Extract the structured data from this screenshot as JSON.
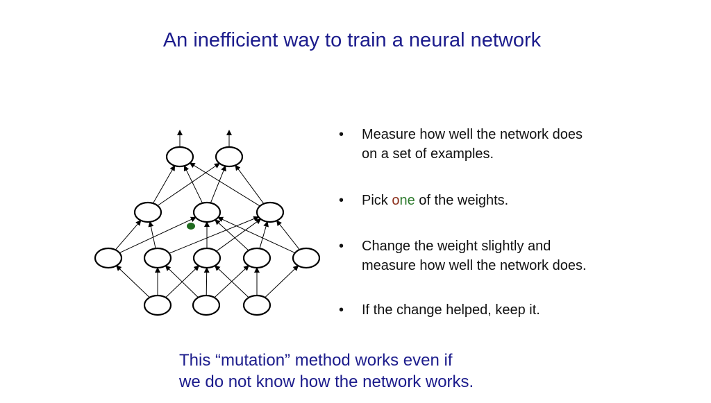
{
  "slide": {
    "title": "An inefficient way to train a neural network",
    "bullets": [
      {
        "line1": "Measure how well the network does",
        "line2": "on a set of examples."
      },
      {
        "before": "Pick ",
        "highlight_a": "o",
        "highlight_b": "ne",
        "after": " of the weights."
      },
      {
        "line1": "Change the weight slightly and",
        "line2": "measure how well the network does."
      },
      {
        "line1": "If the change helped, keep it."
      }
    ],
    "bullet_symbol": "•",
    "footer_line1": "This “mutation” method works even if",
    "footer_line2": "we do not know how the network works."
  },
  "diagram": {
    "layers": {
      "input": 3,
      "hidden1": 5,
      "hidden2": 3,
      "output": 2
    },
    "highlighted_weight_color": "#1f6b1f"
  },
  "colors": {
    "title": "#1c1c8c",
    "footer": "#1c1c8c",
    "highlight_red": "#8b2e1a",
    "highlight_green": "#2c7a2c"
  }
}
